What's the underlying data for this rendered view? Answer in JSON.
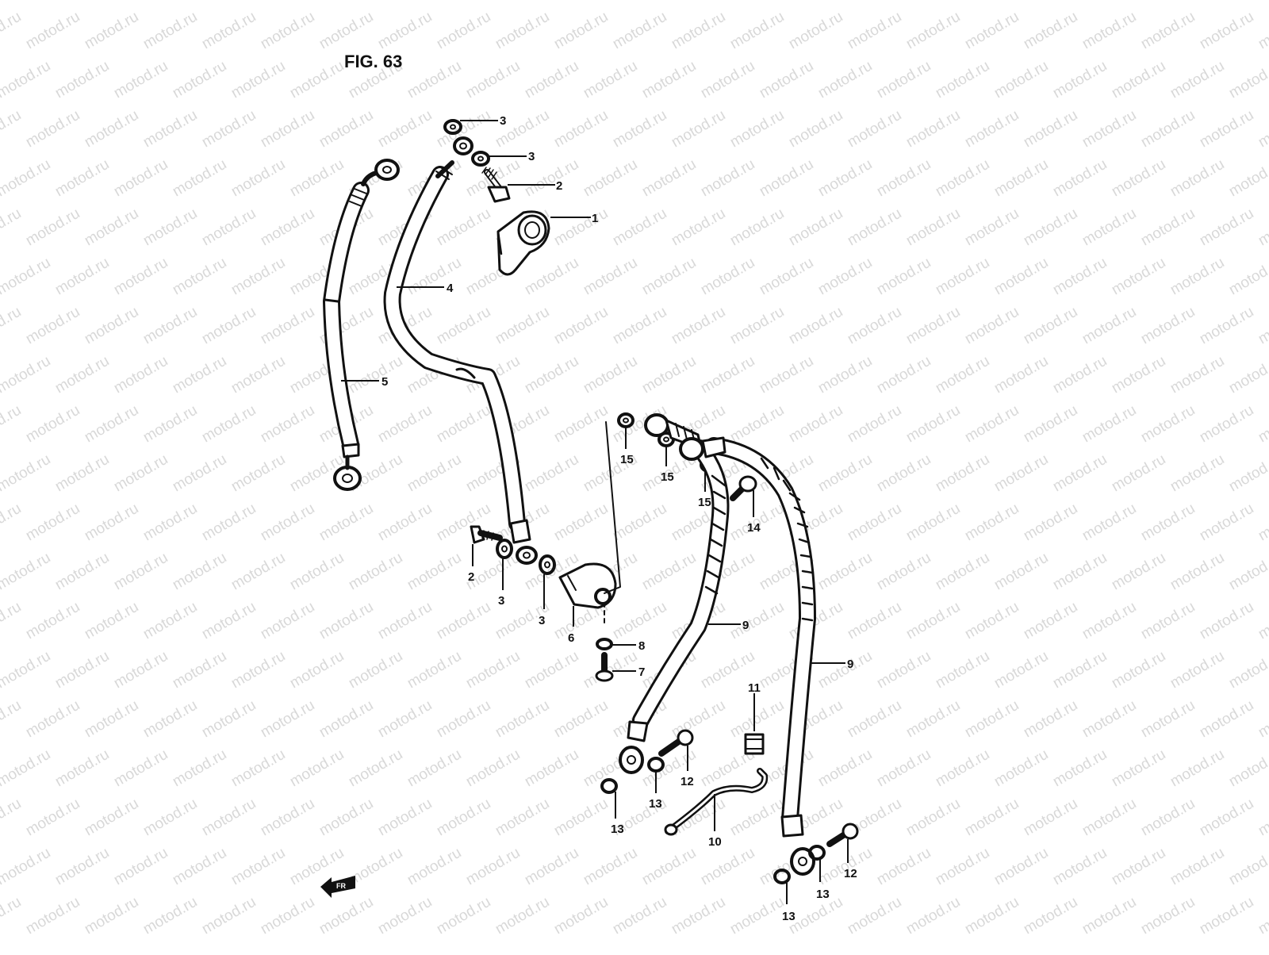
{
  "figure": {
    "title": "FIG. 63"
  },
  "watermark": {
    "text": "motod.ru",
    "color": "#b8b8b8"
  },
  "front_marker": {
    "text": "FR"
  },
  "colors": {
    "ink": "#111111",
    "paper": "#ffffff"
  },
  "callouts": [
    {
      "id": "c1",
      "label": "1"
    },
    {
      "id": "c2a",
      "label": "2"
    },
    {
      "id": "c2b",
      "label": "2"
    },
    {
      "id": "c3a",
      "label": "3"
    },
    {
      "id": "c3b",
      "label": "3"
    },
    {
      "id": "c3c",
      "label": "3"
    },
    {
      "id": "c3d",
      "label": "3"
    },
    {
      "id": "c4",
      "label": "4"
    },
    {
      "id": "c5",
      "label": "5"
    },
    {
      "id": "c6",
      "label": "6"
    },
    {
      "id": "c7",
      "label": "7"
    },
    {
      "id": "c8",
      "label": "8"
    },
    {
      "id": "c9a",
      "label": "9"
    },
    {
      "id": "c9b",
      "label": "9"
    },
    {
      "id": "c10",
      "label": "10"
    },
    {
      "id": "c11",
      "label": "11"
    },
    {
      "id": "c12a",
      "label": "12"
    },
    {
      "id": "c12b",
      "label": "12"
    },
    {
      "id": "c13a",
      "label": "13"
    },
    {
      "id": "c13b",
      "label": "13"
    },
    {
      "id": "c13c",
      "label": "13"
    },
    {
      "id": "c13d",
      "label": "13"
    },
    {
      "id": "c14",
      "label": "14"
    },
    {
      "id": "c15a",
      "label": "15"
    },
    {
      "id": "c15b",
      "label": "15"
    },
    {
      "id": "c15c",
      "label": "15"
    }
  ]
}
